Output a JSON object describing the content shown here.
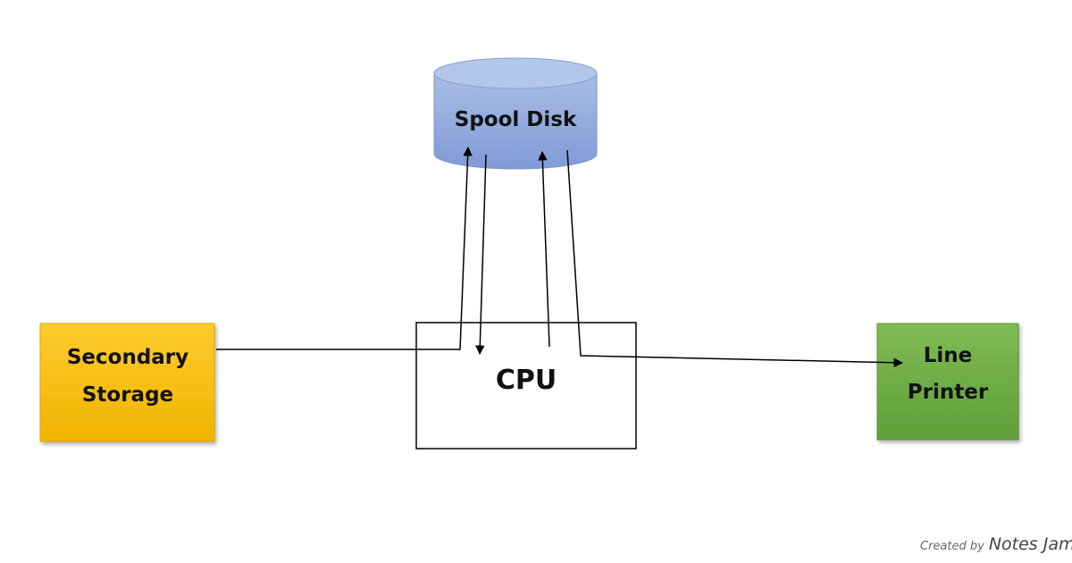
{
  "nodes": {
    "spool_disk": {
      "label": "Spool Disk",
      "color": "#8faadc"
    },
    "cpu": {
      "label": "CPU",
      "color": "#ffffff"
    },
    "secondary_storage": {
      "line1": "Secondary",
      "line2": "Storage",
      "color": "#ffc000"
    },
    "line_printer": {
      "line1": "Line",
      "line2": "Printer",
      "color": "#70ad47"
    }
  },
  "watermark": {
    "prefix": "Created by",
    "brand": "Notes Jam"
  }
}
